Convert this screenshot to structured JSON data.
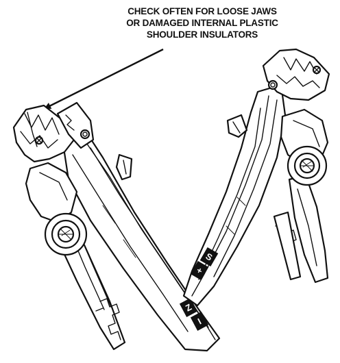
{
  "callout": {
    "lines": [
      "CHECK OFTEN FOR LOOSE JAWS",
      "OR DAMAGED INTERNAL PLASTIC",
      "SHOULDER INSULATORS"
    ]
  },
  "left_clamp": {
    "label_glyphs": [
      "Z",
      "I"
    ]
  },
  "right_clamp": {
    "label_glyphs": [
      "+",
      "S"
    ]
  },
  "colors": {
    "line": "#111111",
    "background": "#ffffff"
  }
}
